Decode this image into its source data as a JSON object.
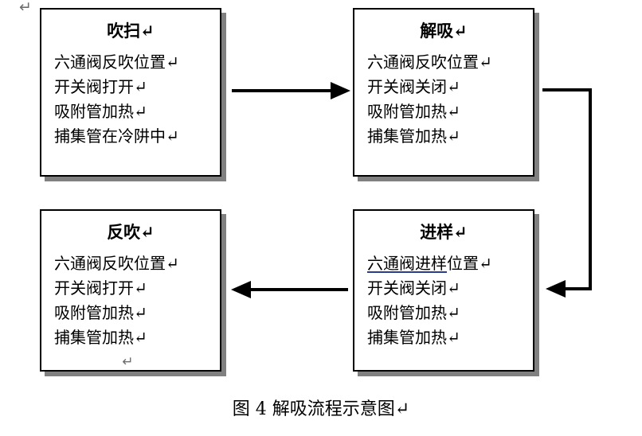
{
  "page": {
    "return_mark": "↵",
    "underline_color": "#2a3c8c",
    "shadow_color": "#808080",
    "border_color": "#000000",
    "background_color": "#ffffff"
  },
  "diagram": {
    "boxes": [
      {
        "id": "purge",
        "title": "吹扫↵",
        "lines": [
          "六通阀反吹位置↵",
          "开关阀打开↵",
          "吸附管加热↵",
          "捕集管在冷阱中↵"
        ]
      },
      {
        "id": "desorption",
        "title": "解吸↵",
        "lines": [
          "六通阀反吹位置↵",
          "开关阀关闭↵",
          "吸附管加热↵",
          "捕集管加热↵"
        ]
      },
      {
        "id": "injection",
        "title": "进样↵",
        "line1_underlined": "六通阀进样",
        "line1_plain": "位置↵",
        "lines": [
          "开关阀关闭↵",
          "吸附管加热↵",
          "捕集管加热↵"
        ]
      },
      {
        "id": "backflush",
        "title": "反吹↵",
        "lines": [
          "六通阀反吹位置↵",
          "开关阀打开↵",
          "吸附管加热↵",
          "捕集管加热↵"
        ],
        "trailing_mark": "↵"
      }
    ],
    "arrows": [
      {
        "id": "purge-to-desorption",
        "direction": "right"
      },
      {
        "id": "desorption-to-injection",
        "direction": "down-then-left"
      },
      {
        "id": "injection-to-backflush",
        "direction": "left"
      }
    ]
  },
  "caption": {
    "text": "图 4  解吸流程示意图↵"
  }
}
